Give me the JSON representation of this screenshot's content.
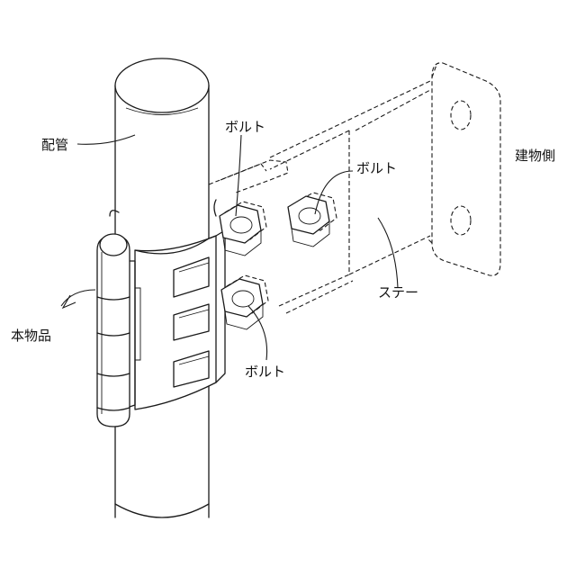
{
  "labels": {
    "pipe": "配管",
    "product": "本物品",
    "bolt_upper_left": "ボルト",
    "bolt_upper_right": "ボルト",
    "bolt_lower": "ボルト",
    "building_side": "建物側",
    "stay": "ステー"
  }
}
